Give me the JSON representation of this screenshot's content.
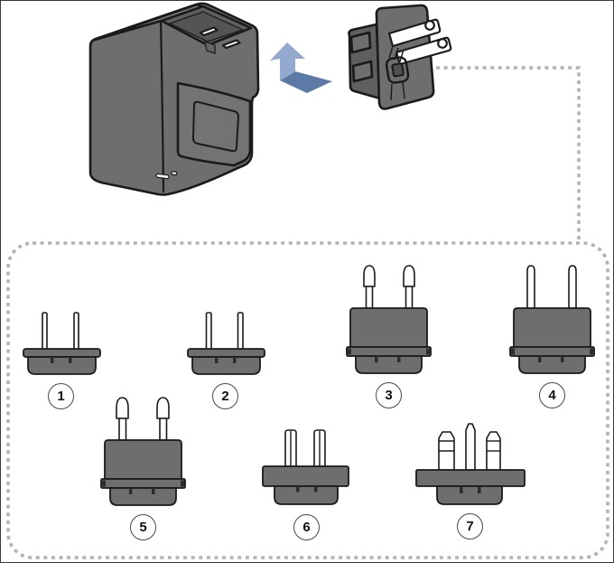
{
  "page": {
    "background": "#ffffff",
    "frame_border": "#3a3a3a"
  },
  "palette": {
    "device_gray": "#6e6e6e",
    "device_gray_dark": "#5f5f5f",
    "device_gray_light": "#7a7a7a",
    "outline": "#1a1a1a",
    "prong_white": "#ffffff",
    "dashed_line": "#b3b3b3",
    "arrow_light_blue": "#93a9cd",
    "arrow_dark_blue": "#5d7aa6",
    "badge_border": "#4a4a4a",
    "badge_text": "#111111"
  },
  "illustration": {
    "adapter_icon": "power-adapter-body-icon",
    "attachment_icon": "detachable-us-plug-module-icon",
    "arrow_icon": "attach-direction-arrow-icon",
    "connector": "dotted-leader-line",
    "panel": "plug-options-dashed-panel"
  },
  "plug_options": {
    "items": [
      {
        "label": "1",
        "icon": "flat-two-blade-plug-icon"
      },
      {
        "label": "2",
        "icon": "flat-two-blade-plug-icon"
      },
      {
        "label": "3",
        "icon": "round-two-pin-tall-plug-icon"
      },
      {
        "label": "4",
        "icon": "round-two-pin-straight-plug-icon"
      },
      {
        "label": "5",
        "icon": "round-two-pin-large-plug-icon"
      },
      {
        "label": "6",
        "icon": "short-two-blade-plug-icon"
      },
      {
        "label": "7",
        "icon": "three-rectangular-pin-plug-icon"
      }
    ]
  }
}
